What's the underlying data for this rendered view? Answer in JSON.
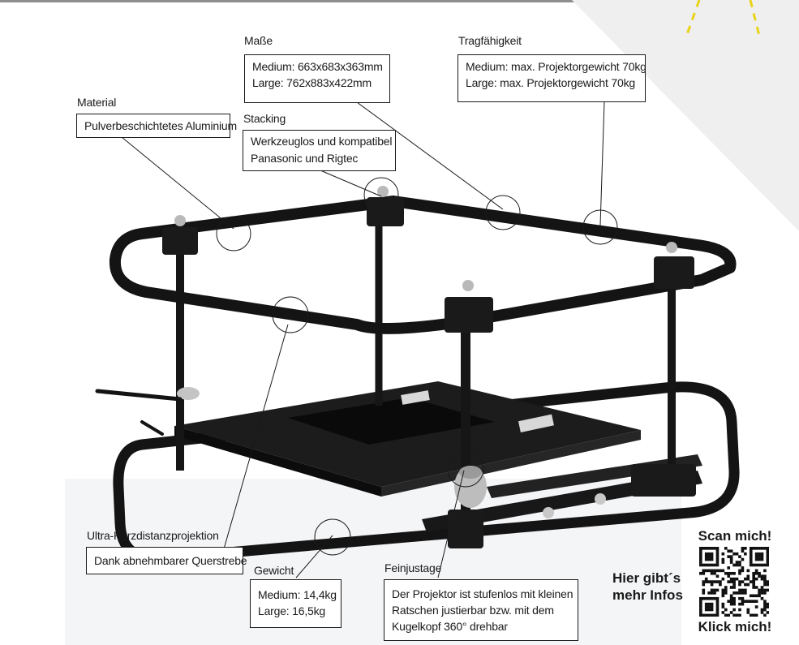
{
  "colors": {
    "accent_yellow": "#e8d318",
    "frame_black": "#141414",
    "background_grey": "#eeeeee",
    "text": "#1a1a1a"
  },
  "callouts": {
    "masse": {
      "title": "Maße",
      "lines": [
        "Medium: 663x683x363mm",
        "Large: 762x883x422mm"
      ]
    },
    "tragfaehigkeit": {
      "title": "Tragfähigkeit",
      "lines": [
        "Medium: max. Projektorgewicht 70kg",
        "Large: max. Projektorgewicht 70kg"
      ]
    },
    "material": {
      "title": "Material",
      "lines": [
        "Pulverbeschichtetes Aluminium"
      ]
    },
    "stacking": {
      "title": "Stacking",
      "lines": [
        "Werkzeuglos und kompatibel",
        "Panasonic und Rigtec"
      ]
    },
    "ultra": {
      "title": "Ultra-Kurzdistanzprojektion",
      "lines": [
        "Dank abnehmbarer Querstrebe"
      ]
    },
    "gewicht": {
      "title": "Gewicht",
      "lines": [
        "Medium: 14,4kg",
        "Large: 16,5kg"
      ]
    },
    "feinjustage": {
      "title": "Feinjustage",
      "lines": [
        "Der Projektor ist stufenlos mit kleinen",
        "Ratschen justierbar bzw. mit dem",
        "Kugelkopf 360° drehbar"
      ]
    }
  },
  "promo": {
    "info_line1": "Hier gibt´s",
    "info_line2": "mehr Infos",
    "scan": "Scan mich!",
    "click": "Klick mich!"
  }
}
